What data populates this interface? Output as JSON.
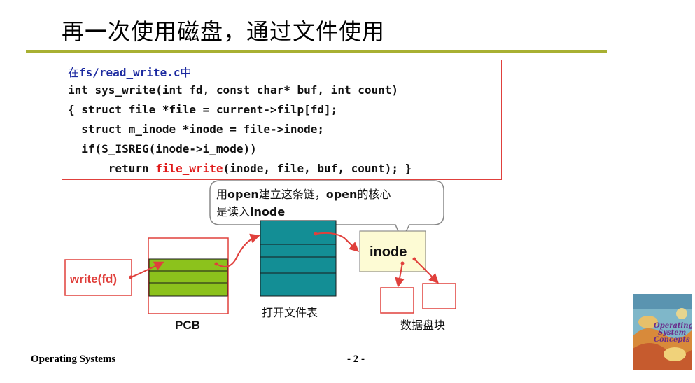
{
  "title": "再一次使用磁盘，通过文件使用",
  "code": {
    "path_prefix": "在",
    "path": "fs/read_write.c",
    "path_suffix": "中",
    "line1": "int sys_write(int fd, const char* buf, int count)",
    "line2": "{ struct file *file = current->filp[fd];",
    "line3": "  struct m_inode *inode = file->inode;",
    "line4": "  if(S_ISREG(inode->i_mode))",
    "line5_a": "      return ",
    "line5_fn": "file_write",
    "line5_b": "(inode, file, buf, count); }"
  },
  "callout": {
    "p1": "用",
    "b1": "open",
    "p2": "建立这条链，",
    "b2": "open",
    "p3": "的核心",
    "p4": "是读入",
    "b3": "inode"
  },
  "labels": {
    "write_fd": "write(fd)",
    "pcb": "PCB",
    "open_file_table": "打开文件表",
    "inode": "inode",
    "disk_blocks": "数据盘块"
  },
  "book": {
    "line1": "Operating",
    "line2": "System",
    "line3": "Concepts"
  },
  "footer": {
    "course": "Operating Systems",
    "page": "- 2 -"
  },
  "colors": {
    "accent_rule": "#a8b032",
    "red": "#e0403c",
    "pcb_green": "#8cc21c",
    "table_teal": "#138e95",
    "inode_fill": "#fdfbd4"
  }
}
